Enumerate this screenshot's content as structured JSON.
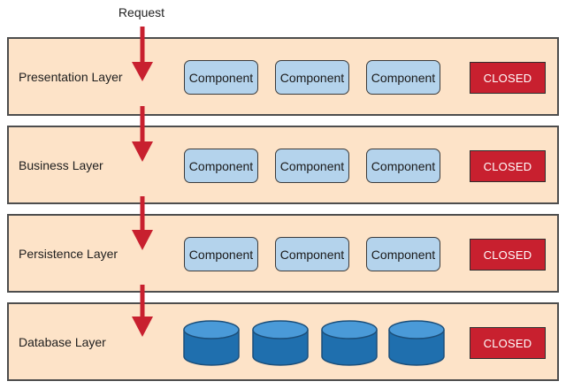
{
  "request_label": "Request",
  "closed_label": "CLOSED",
  "component_label": "Component",
  "layers": [
    {
      "label": "Presentation Layer"
    },
    {
      "label": "Business Layer"
    },
    {
      "label": "Persistence Layer"
    },
    {
      "label": "Database Layer"
    }
  ],
  "colors": {
    "layer_fill": "#fde3c8",
    "component_fill": "#b4d3ec",
    "closed_fill": "#c8202f",
    "arrow": "#c8202f",
    "database_fill": "#2e86c9"
  },
  "icons": {
    "database": "database-cylinder-icon",
    "arrow": "arrow-down-icon"
  }
}
